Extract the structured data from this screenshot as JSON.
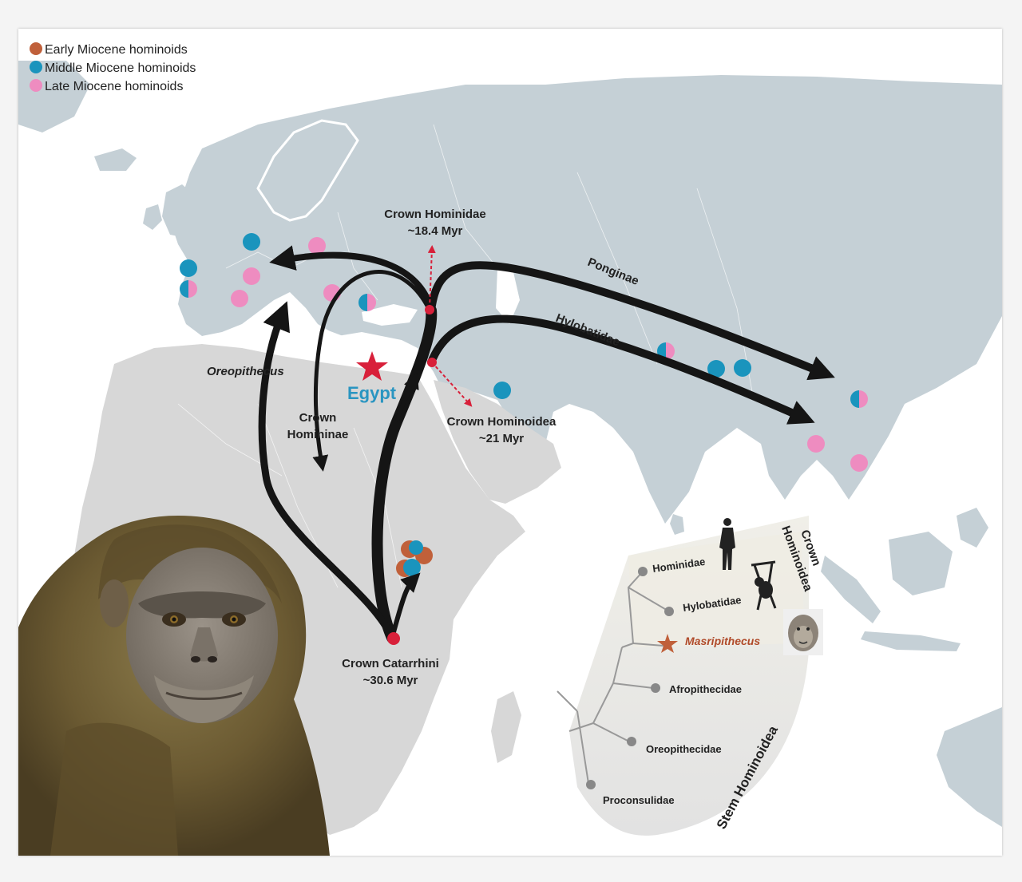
{
  "colors": {
    "ocean": "#ffffff",
    "land_eurasia": "#c5d0d6",
    "land_africa": "#d7d7d7",
    "early": "#c0603a",
    "middle": "#1a94bd",
    "late": "#ee8cc0",
    "arrow": "#151515",
    "node": "#d8203a",
    "egypt": "#2a95c1"
  },
  "legend": [
    {
      "label": "Early Miocene hominoids",
      "color": "#c0603a"
    },
    {
      "label": "Middle Miocene hominoids",
      "color": "#1a94bd"
    },
    {
      "label": "Late Miocene hominoids",
      "color": "#ee8cc0"
    }
  ],
  "map_labels": {
    "crown_hominidae": [
      "Crown Hominidae",
      "~18.4 Myr"
    ],
    "crown_hominoidea": [
      "Crown Hominoidea",
      "~21 Myr"
    ],
    "crown_catarrhini": [
      "Crown Catarrhini",
      "~30.6 Myr"
    ],
    "crown_homininae": [
      "Crown",
      "Homininae"
    ],
    "oreopithecus": "Oreopithecus",
    "egypt": "Egypt",
    "ponginae": "Ponginae",
    "hylobatidae": "Hylobatidae"
  },
  "tree": {
    "crown_group": [
      "Crown",
      "Hominoidea"
    ],
    "stem_group": "Stem Hominoidea",
    "taxa": [
      "Hominidae",
      "Hylobatidae",
      "Masripithecus",
      "Afropithecidae",
      "Oreopithecidae",
      "Proconsulidae"
    ]
  },
  "icons": [
    "star-icon",
    "human-silhouette-icon",
    "gibbon-silhouette-icon",
    "ape-face-icon",
    "ape-portrait-illustration"
  ]
}
